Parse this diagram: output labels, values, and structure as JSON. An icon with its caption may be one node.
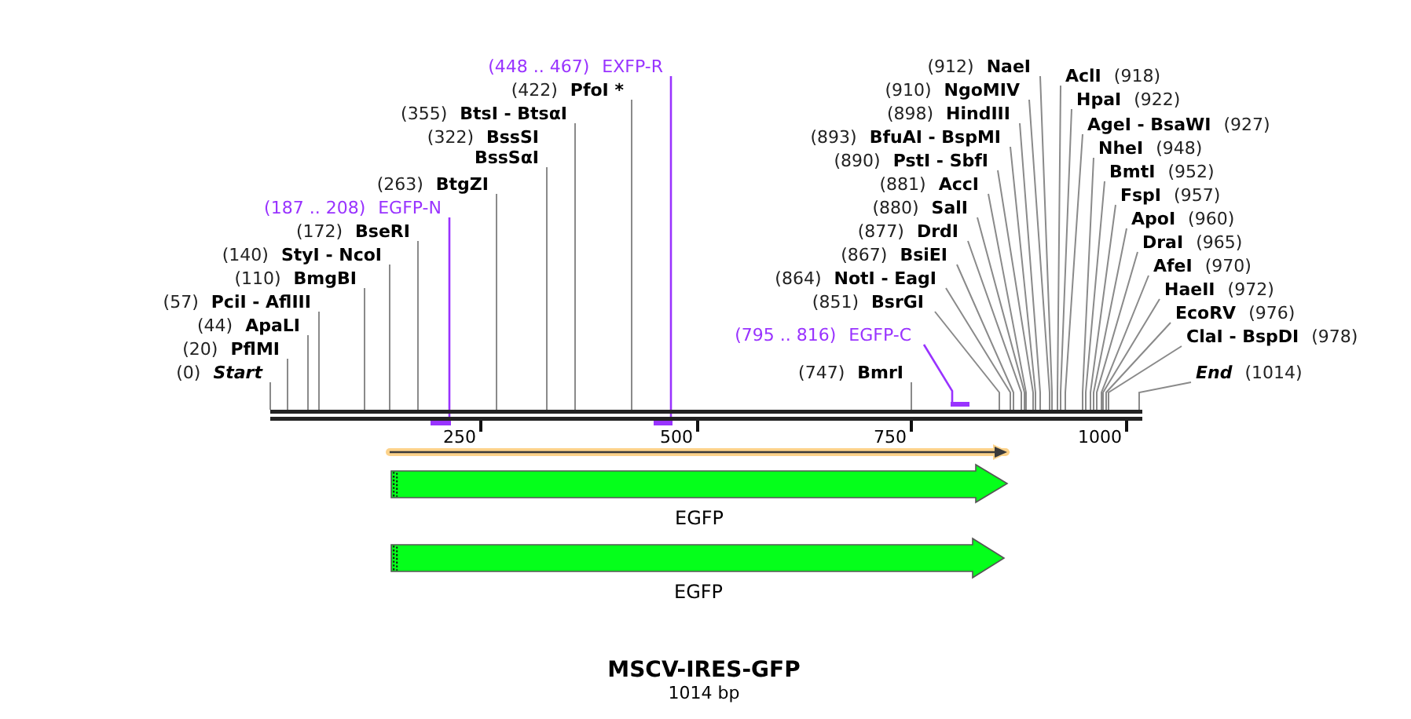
{
  "diagram": {
    "title": "MSCV-IRES-GFP",
    "caption": "1014 bp",
    "nodes": [
      {
        "text": [
          "(0)",
          "Start"
        ]
      },
      {
        "text": [
          "(20)",
          "PflMI"
        ]
      },
      {
        "text": [
          "(44)",
          "ApaLI"
        ]
      },
      {
        "text": [
          "(57)",
          "PciI - AflIII"
        ]
      },
      {
        "text": [
          "(110)",
          "BmgBI"
        ]
      },
      {
        "text": [
          "(140)",
          "StyI - NcoI"
        ]
      },
      {
        "text": [
          "(172)",
          "BseRI"
        ]
      },
      {
        "text": [
          "(187 .. 208)",
          "EGFP-N"
        ]
      },
      {
        "text": [
          "(263)",
          "BtgZI"
        ]
      },
      {
        "text": [
          "(322)",
          "BssSI",
          "BssSαI"
        ]
      },
      {
        "text": [
          "(355)",
          "BtsI - BtsαI"
        ]
      },
      {
        "text": [
          "(422)",
          "PfoI *"
        ]
      },
      {
        "text": [
          "(448 .. 467)",
          "EXFP-R"
        ]
      },
      {
        "text": [
          "(747)",
          "BmrI"
        ]
      },
      {
        "text": [
          "(795 .. 816)",
          "EGFP-C"
        ]
      },
      {
        "text": [
          "(851)",
          "BsrGI"
        ]
      },
      {
        "text": [
          "(864)",
          "NotI - EagI"
        ]
      },
      {
        "text": [
          "(867)",
          "BsiEI"
        ]
      },
      {
        "text": [
          "(877)",
          "DrdI"
        ]
      },
      {
        "text": [
          "(880)",
          "SalI"
        ]
      },
      {
        "text": [
          "(881)",
          "AccI"
        ]
      },
      {
        "text": [
          "(890)",
          "PstI - SbfI"
        ]
      },
      {
        "text": [
          "(893)",
          "BfuAI - BspMI"
        ]
      },
      {
        "text": [
          "(898)",
          "HindIII"
        ]
      },
      {
        "text": [
          "(910)",
          "NgoMIV"
        ]
      },
      {
        "text": [
          "(912)",
          "NaeI"
        ]
      },
      {
        "text": [
          "AclI",
          "(918)"
        ]
      },
      {
        "text": [
          "HpaI",
          "(922)"
        ]
      },
      {
        "text": [
          "AgeI - BsaWI",
          "(927)"
        ]
      },
      {
        "text": [
          "NheI",
          "(948)"
        ]
      },
      {
        "text": [
          "BmtI",
          "(952)"
        ]
      },
      {
        "text": [
          "FspI",
          "(957)"
        ]
      },
      {
        "text": [
          "ApoI",
          "(960)"
        ]
      },
      {
        "text": [
          "DraI",
          "(965)"
        ]
      },
      {
        "text": [
          "AfeI",
          "(970)"
        ]
      },
      {
        "text": [
          "HaeII",
          "(972)"
        ]
      },
      {
        "text": [
          "EcoRV",
          "(976)"
        ]
      },
      {
        "text": [
          "ClaI - BspDI",
          "(978)"
        ]
      },
      {
        "text": [
          "End",
          "(1014)"
        ]
      },
      {
        "text": [],
        "shape": "bar"
      },
      {
        "text": [],
        "shape": "bar"
      },
      {
        "text": [],
        "shape": "bar"
      },
      {
        "text": [],
        "shape": "bar"
      },
      {
        "text": [],
        "shape": "arrow"
      },
      {
        "text": [
          "EGFP"
        ]
      },
      {
        "text": [
          "EGFP"
        ]
      }
    ],
    "edges": [
      {
        "from": 0,
        "to": 39,
        "arrow": "none"
      },
      {
        "from": 1,
        "to": 39,
        "arrow": "none"
      },
      {
        "from": 2,
        "to": 39,
        "arrow": "none"
      },
      {
        "from": 3,
        "to": 39,
        "arrow": "none"
      },
      {
        "from": 4,
        "to": 39,
        "arrow": "none"
      },
      {
        "from": 5,
        "to": 39,
        "arrow": "none"
      },
      {
        "from": 6,
        "to": 39,
        "arrow": "none"
      },
      {
        "from": 7,
        "to": 40,
        "arrow": "none",
        "color": "#9933ff"
      },
      {
        "from": 8,
        "to": 39,
        "arrow": "none"
      },
      {
        "from": 9,
        "to": 39,
        "arrow": "none"
      },
      {
        "from": 10,
        "to": 39,
        "arrow": "none"
      },
      {
        "from": 11,
        "to": 39,
        "arrow": "none"
      },
      {
        "from": 12,
        "to": 41,
        "arrow": "none",
        "color": "#9933ff"
      },
      {
        "from": 13,
        "to": 39,
        "arrow": "none"
      },
      {
        "from": 14,
        "to": 42,
        "arrow": "none",
        "color": "#9933ff"
      },
      {
        "from": 15,
        "to": 39,
        "arrow": "none"
      },
      {
        "from": 16,
        "to": 39,
        "arrow": "none"
      },
      {
        "from": 17,
        "to": 39,
        "arrow": "none"
      },
      {
        "from": 18,
        "to": 39,
        "arrow": "none"
      },
      {
        "from": 19,
        "to": 39,
        "arrow": "none"
      },
      {
        "from": 20,
        "to": 39,
        "arrow": "none"
      },
      {
        "from": 21,
        "to": 39,
        "arrow": "none"
      },
      {
        "from": 22,
        "to": 39,
        "arrow": "none"
      },
      {
        "from": 23,
        "to": 39,
        "arrow": "none"
      },
      {
        "from": 24,
        "to": 39,
        "arrow": "none"
      },
      {
        "from": 25,
        "to": 39,
        "arrow": "none"
      },
      {
        "from": 26,
        "to": 39,
        "arrow": "none"
      },
      {
        "from": 27,
        "to": 39,
        "arrow": "none"
      },
      {
        "from": 28,
        "to": 39,
        "arrow": "none"
      },
      {
        "from": 29,
        "to": 39,
        "arrow": "none"
      },
      {
        "from": 30,
        "to": 39,
        "arrow": "none"
      },
      {
        "from": 31,
        "to": 39,
        "arrow": "none"
      },
      {
        "from": 32,
        "to": 39,
        "arrow": "none"
      },
      {
        "from": 33,
        "to": 39,
        "arrow": "none"
      },
      {
        "from": 34,
        "to": 39,
        "arrow": "none"
      },
      {
        "from": 35,
        "to": 39,
        "arrow": "none"
      },
      {
        "from": 36,
        "to": 39,
        "arrow": "none"
      },
      {
        "from": 37,
        "to": 39,
        "arrow": "none"
      },
      {
        "from": 38,
        "to": 39,
        "arrow": "none"
      }
    ],
    "labels": [
      "250",
      "500",
      "750",
      "1000"
    ]
  }
}
